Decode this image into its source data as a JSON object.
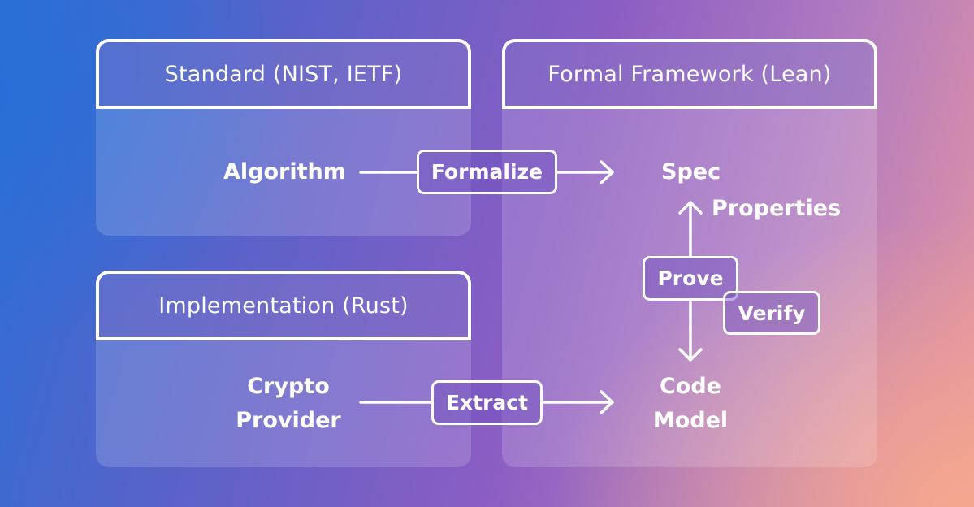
{
  "panels": {
    "standard": {
      "title": "Standard (NIST, IETF)"
    },
    "formal": {
      "title": "Formal Framework (Lean)"
    },
    "implementation": {
      "title": "Implementation (Rust)"
    }
  },
  "nodes": {
    "algorithm": "Algorithm",
    "spec": "Spec",
    "properties": "Properties",
    "crypto_provider": [
      "Crypto",
      "Provider"
    ],
    "code_model": [
      "Code",
      "Model"
    ]
  },
  "edges": {
    "formalize": "Formalize",
    "extract": "Extract",
    "prove": "Prove",
    "verify": "Verify"
  },
  "colors": {
    "stroke": "#ffffff",
    "text": "#ffffff"
  }
}
